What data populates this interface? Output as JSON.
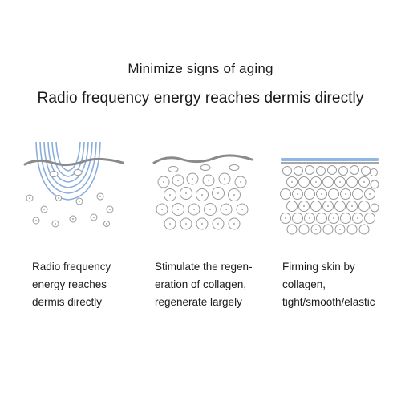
{
  "title": "Minimize signs of aging",
  "subtitle": "Radio frequency energy reaches dermis directly",
  "panels": [
    {
      "caption_lines": [
        "Radio frequency",
        "energy reaches",
        "dermis directly"
      ],
      "illustration": "skin-radio-frequency-waves"
    },
    {
      "caption_lines": [
        "Stimulate the regen-",
        "eration of collagen,",
        "regenerate largely"
      ],
      "illustration": "skin-collagen-regeneration"
    },
    {
      "caption_lines": [
        "Firming skin by",
        "collagen,",
        "tight/smooth/elastic"
      ],
      "illustration": "skin-firming"
    }
  ],
  "colors": {
    "text": "#1a1a1a",
    "skin_line": "#8a8a8a",
    "cell_stroke": "#9a9a9a",
    "wave": "#7ea6d6",
    "firm_layer": "#8fb8e3"
  }
}
